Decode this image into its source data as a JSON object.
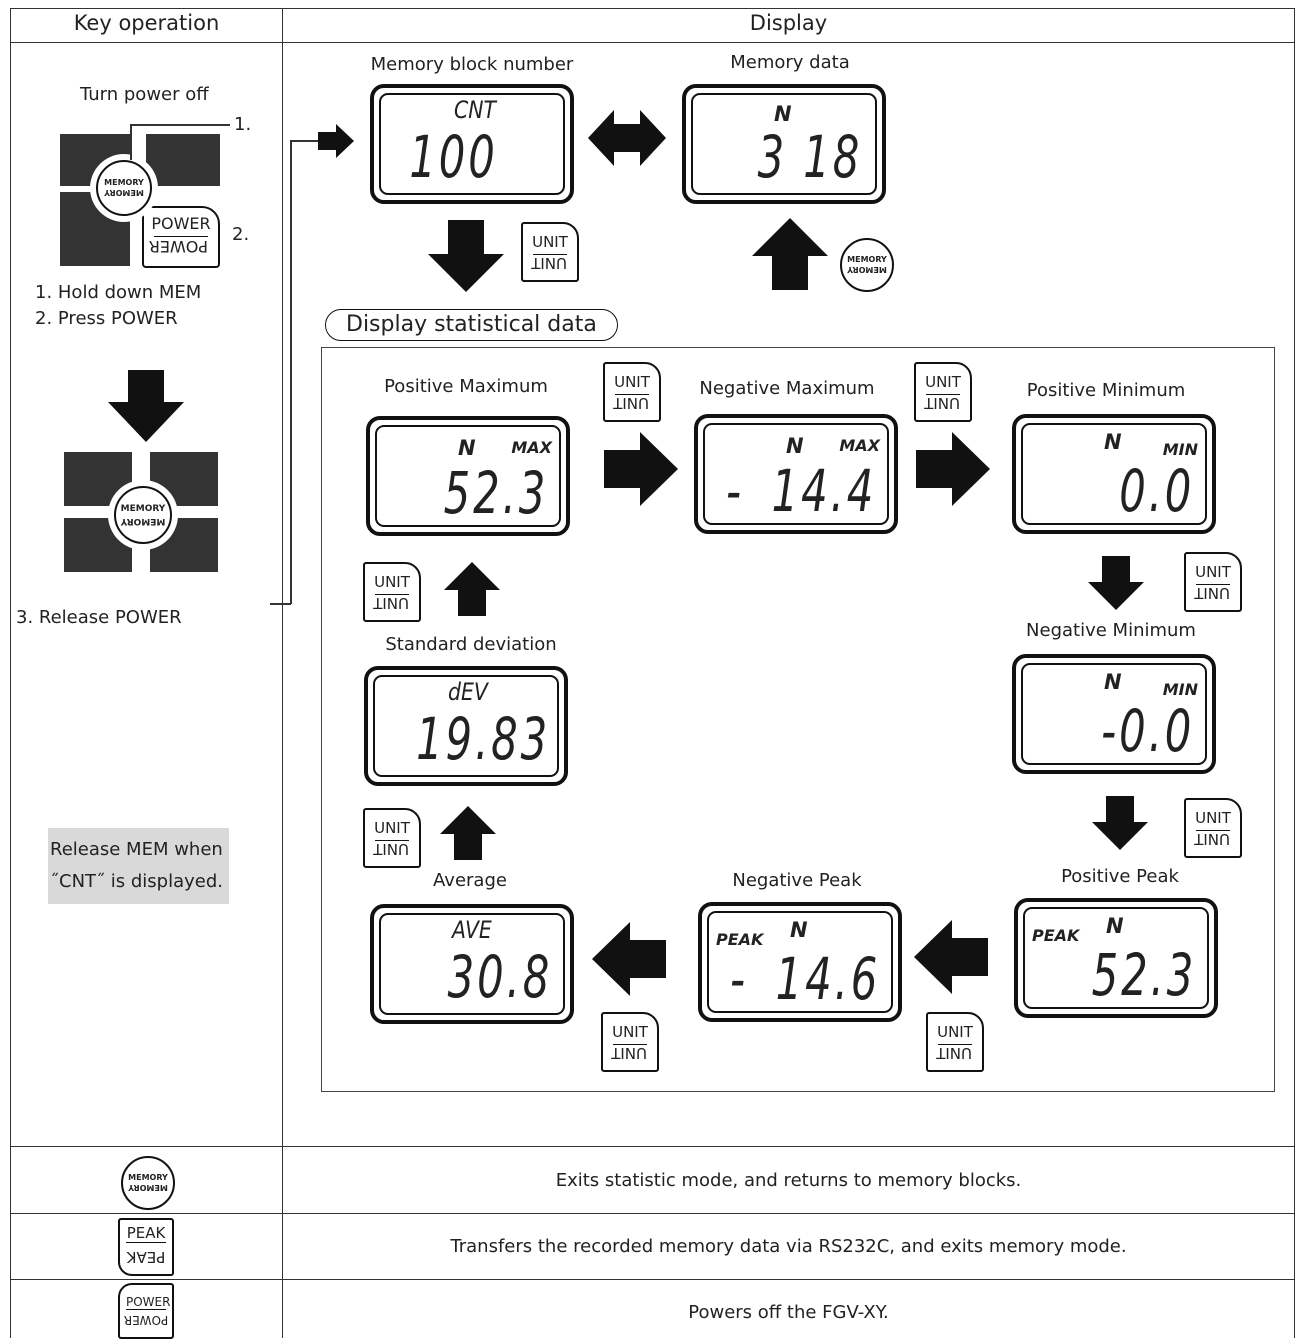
{
  "header": {
    "key_operation": "Key operation",
    "display": "Display"
  },
  "left": {
    "turn_off": "Turn power off",
    "step1_num": "1.",
    "step2_num": "2.",
    "mem_top": "MEMORY",
    "mem_bottom": "MEMORY",
    "power_top": "POWER",
    "power_bottom": "POWER",
    "hold": "1. Hold down MEM",
    "press": "2. Press POWER",
    "release": "3. Release POWER",
    "note_line1": "Release MEM when",
    "note_line2": "˝CNT˝ is displayed."
  },
  "top": {
    "block_label": "Memory block number",
    "block_top": "CNT",
    "block_value": "100",
    "data_label": "Memory data",
    "data_unit": "N",
    "data_value": "3 18"
  },
  "section_title": "Display statistical data",
  "unit_key": {
    "top": "UNIT",
    "bottom": "UNIT"
  },
  "stats": {
    "pos_max": {
      "label": "Positive Maximum",
      "unit": "N",
      "tag": "MAX",
      "value": "52.3"
    },
    "neg_max": {
      "label": "Negative Maximum",
      "unit": "N",
      "tag": "MAX",
      "sign": "-",
      "value": "14.4"
    },
    "pos_min": {
      "label": "Positive Minimum",
      "unit": "N",
      "tag": "MIN",
      "value": "0.0"
    },
    "neg_min": {
      "label": "Negative Minimum",
      "unit": "N",
      "tag": "MIN",
      "value": "-0.0"
    },
    "pos_peak": {
      "label": "Positive Peak",
      "unit": "N",
      "tag": "PEAK",
      "value": "52.3"
    },
    "neg_peak": {
      "label": "Negative Peak",
      "unit": "N",
      "tag": "PEAK",
      "sign": "-",
      "value": "14.6"
    },
    "average": {
      "label": "Average",
      "top": "AVE",
      "value": "30.8"
    },
    "std_dev": {
      "label": "Standard deviation",
      "top": "dEV",
      "value": "19.83"
    }
  },
  "rows": [
    {
      "key": "MEMORY",
      "desc": "Exits statistic mode, and returns to memory blocks."
    },
    {
      "key": "PEAK",
      "desc": "Transfers the recorded memory data via RS232C, and exits memory mode."
    },
    {
      "key": "POWER",
      "desc": "Powers off the FGV-XY."
    }
  ]
}
